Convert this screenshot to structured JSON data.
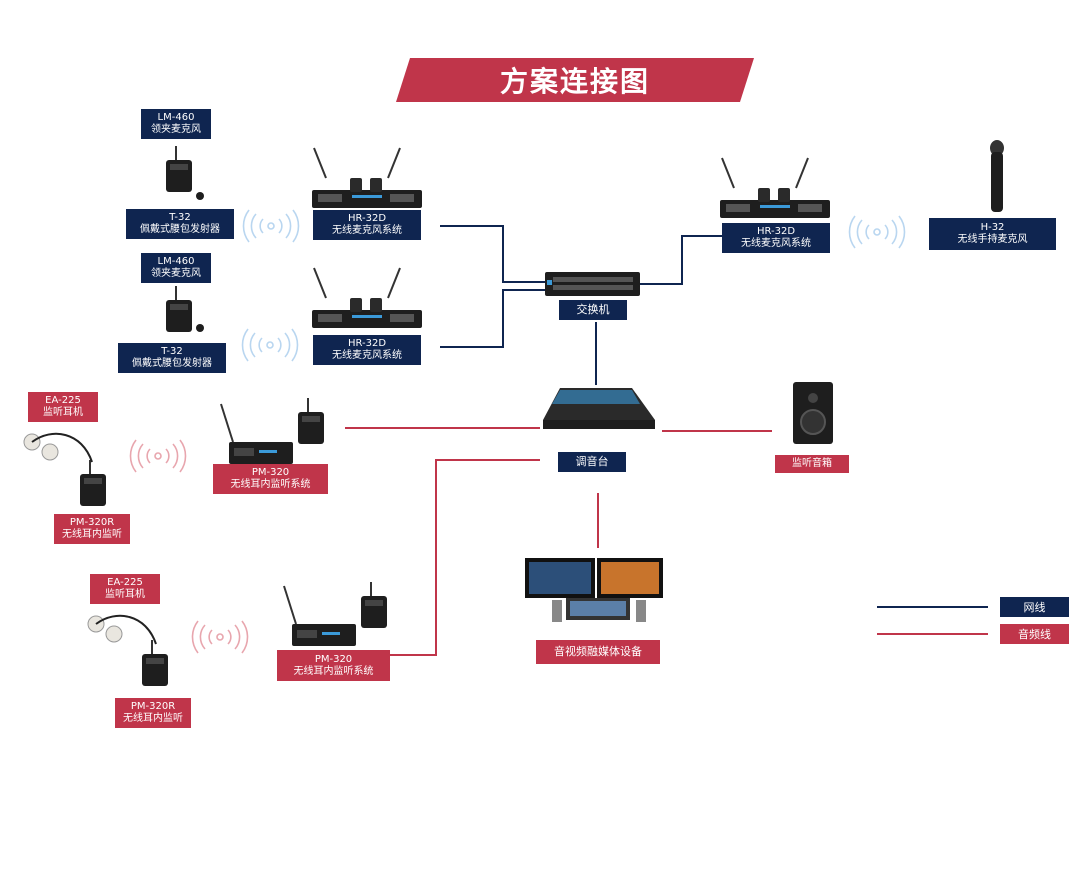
{
  "title": "方案连接图",
  "colors": {
    "network": "#0f2550",
    "audio": "#c0354a",
    "device": "#1e1e1e",
    "accent": "#3b9ad9"
  },
  "nodes": {
    "lm460_top": {
      "model": "LM-460",
      "desc": "领夹麦克风"
    },
    "t32_top": {
      "model": "T-32",
      "desc": "佩戴式腰包发射器"
    },
    "lm460_bottom": {
      "model": "LM-460",
      "desc": "领夹麦克风"
    },
    "t32_bottom": {
      "model": "T-32",
      "desc": "佩戴式腰包发射器"
    },
    "hr32d_top": {
      "model": "HR-32D",
      "desc": "无线麦克风系统"
    },
    "hr32d_bottom": {
      "model": "HR-32D",
      "desc": "无线麦克风系统"
    },
    "hr32d_right": {
      "model": "HR-32D",
      "desc": "无线麦克风系统"
    },
    "h32": {
      "model": "H-32",
      "desc": "无线手持麦克风"
    },
    "switch": {
      "desc": "交换机"
    },
    "mixer": {
      "desc": "调音台"
    },
    "speaker": {
      "desc": "监听音箱"
    },
    "media": {
      "desc": "音视频融媒体设备"
    },
    "ea225_top": {
      "model": "EA-225",
      "desc": "监听耳机"
    },
    "pm320r_top": {
      "model": "PM-320R",
      "desc": "无线耳内监听"
    },
    "pm320_top": {
      "model": "PM-320",
      "desc": "无线耳内监听系统"
    },
    "ea225_bottom": {
      "model": "EA-225",
      "desc": "监听耳机"
    },
    "pm320r_bottom": {
      "model": "PM-320R",
      "desc": "无线耳内监听"
    },
    "pm320_bottom": {
      "model": "PM-320",
      "desc": "无线耳内监听系统"
    }
  },
  "legend": [
    {
      "label": "网线",
      "type": "network"
    },
    {
      "label": "音频线",
      "type": "audio"
    }
  ]
}
